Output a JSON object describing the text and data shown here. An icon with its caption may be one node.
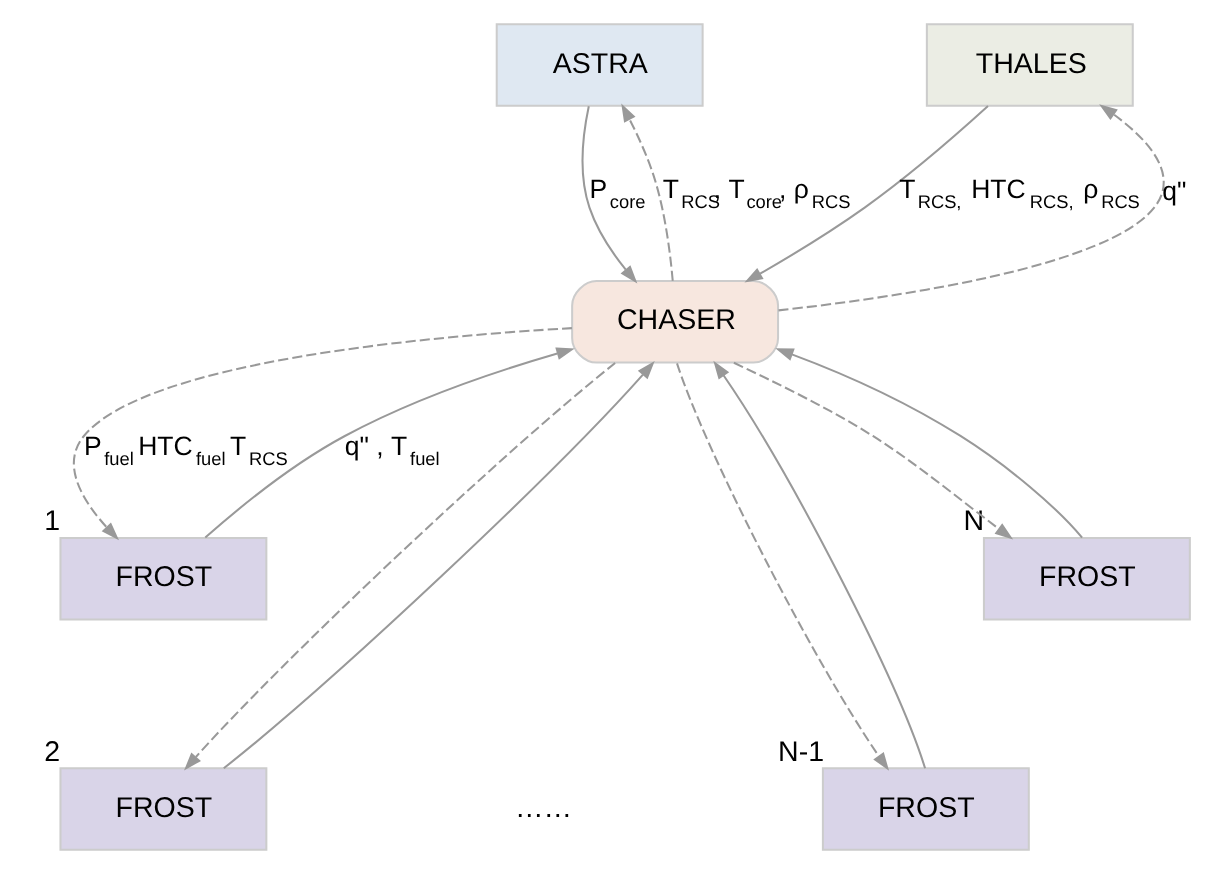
{
  "diagram": {
    "nodes": [
      {
        "text": [
          "ASTRA"
        ]
      },
      {
        "text": [
          "THALES"
        ]
      },
      {
        "text": [
          "CHASER"
        ]
      },
      {
        "text": [
          "FROST"
        ],
        "beside": [
          "1"
        ]
      },
      {
        "text": [
          "FROST"
        ],
        "beside": [
          "2"
        ]
      },
      {
        "text": [
          "FROST"
        ],
        "beside": [
          "N-1"
        ]
      },
      {
        "text": [
          "FROST"
        ],
        "beside": [
          "N"
        ]
      }
    ],
    "edges": [
      {
        "from": 0,
        "to": 2,
        "arrow": "to",
        "label": "P$_{core}$"
      },
      {
        "from": 2,
        "to": 0,
        "arrow": "to",
        "style": "dashed",
        "label": "T$_{RCS}$, T$_{core}$, ρ$_{RCS}$"
      },
      {
        "from": 1,
        "to": 2,
        "arrow": "to",
        "label": "T$_{RCS,}$  HTC$_{RCS,}$  ρ$_{RCS}$"
      },
      {
        "from": 2,
        "to": 1,
        "arrow": "to",
        "style": "dashed",
        "label": "q\""
      },
      {
        "from": 3,
        "to": 2,
        "arrow": "to",
        "label": "q\" , T$_{fuel}$"
      },
      {
        "from": 2,
        "to": 3,
        "arrow": "to",
        "style": "dashed",
        "label": "P$_{fuel}$ HTC$_{fuel}$ T$_{RCS}$"
      },
      {
        "from": 4,
        "to": 2,
        "arrow": "to"
      },
      {
        "from": 2,
        "to": 4,
        "arrow": "to",
        "style": "dashed"
      },
      {
        "from": 5,
        "to": 2,
        "arrow": "to"
      },
      {
        "from": 2,
        "to": 5,
        "arrow": "to",
        "style": "dashed"
      },
      {
        "from": 6,
        "to": 2,
        "arrow": "to"
      },
      {
        "from": 2,
        "to": 6,
        "arrow": "to",
        "style": "dashed"
      }
    ],
    "labels": [
      "……"
    ]
  }
}
